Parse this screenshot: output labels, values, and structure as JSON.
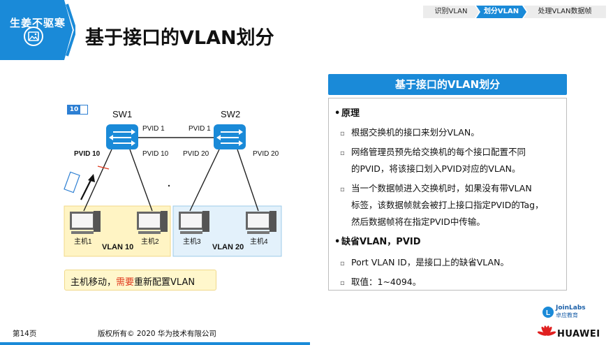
{
  "banner": {
    "text": "生姜不驱寒"
  },
  "title": "基于接口的VLAN划分",
  "steps": [
    "识别VLAN",
    "划分VLAN",
    "处理VLAN数据帧"
  ],
  "diagram": {
    "tag_value": "10",
    "sw1": "SW1",
    "sw2": "SW2",
    "pvid_1_left": "PVID 1",
    "pvid_1_right": "PVID 1",
    "pvid_10_a": "PVID 10",
    "pvid_10_b": "PVID 10",
    "pvid_20_a": "PVID 20",
    "pvid_20_b": "PVID 20",
    "host1": "主机1",
    "host2": "主机2",
    "host3": "主机3",
    "host4": "主机4",
    "vlan10": "VLAN 10",
    "vlan20": "VLAN 20"
  },
  "note": {
    "prefix": "主机移动，",
    "highlight": "需要",
    "suffix": "重新配置VLAN"
  },
  "card": {
    "header": "基于接口的VLAN划分",
    "section1": "原理",
    "p1": "根据交换机的接口来划分VLAN。",
    "p2_line1": "网络管理员预先给交换机的每个接口配置不同",
    "p2_line2": "的PVID，将该接口划入PVID对应的VLAN。",
    "p3_line1": "当一个数据帧进入交换机时，如果没有带VLAN",
    "p3_line2": "标签，该数据帧就会被打上接口指定PVID的Tag，",
    "p3_line3": "然后数据帧将在指定PVID中传输。",
    "section2": "缺省VLAN，PVID",
    "p4": "Port VLAN ID，是接口上的缺省VLAN。",
    "p5": "取值：1~4094。"
  },
  "footer": {
    "page": "第14页",
    "copyright": "版权所有© 2020 华为技术有限公司"
  },
  "brand": {
    "joinlabs": "JoinLabs",
    "joinlabs_sub": "卓应教育",
    "huawei": "HUAWEI"
  },
  "colors": {
    "accent": "#1a8ad8",
    "vlan10_bg": "#fff4c4",
    "vlan20_bg": "#e3f1fb",
    "highlight_red": "#e03a1e"
  }
}
